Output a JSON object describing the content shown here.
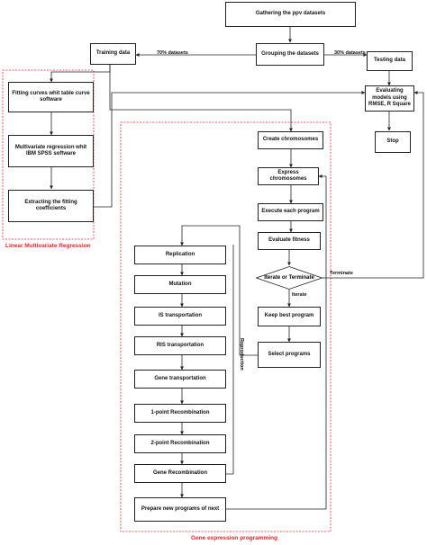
{
  "nodes": {
    "gathering": "Gathering the ppv datasets",
    "grouping": "Grouping the datasets",
    "training": "Training data",
    "testing": "Testing data",
    "evaluating": "Evaluating models using RMSE, R Square",
    "stop": "Stop",
    "fitting_curves": "Fitting curves whit table curve software",
    "multivariate": "Multivariate regression whit IBM SPSS software",
    "extracting": "Extracting the fitting coefficients",
    "create_chromosomes": "Create chromosomes",
    "express_chromosomes": "Express chromosomes",
    "execute_program": "Execute each program",
    "evaluate_fitness": "Evaluate fitness",
    "iterate_terminate": "Iterate or Terminate",
    "keep_best": "Keep best program",
    "select_programs": "Select programs",
    "replication": "Replication",
    "mutation": "Mutation",
    "is_transport": "IS transportation",
    "ris_transport": "RIS transportation",
    "gene_transport": "Gene transportation",
    "one_point": "1-point Recombination",
    "two_point": "2-point Recombination",
    "gene_recomb": "Gene Recombination",
    "prepare": "Prepare new programs of next"
  },
  "labels": {
    "pct70": "70% datasets",
    "pct30": "30% datasets",
    "terminate": "Terminate",
    "iterate": "Iterate",
    "reproduction": "Reproduction"
  },
  "regions": {
    "lmr": "Linear Multivariate Regression",
    "gep": "Gene expression programming"
  },
  "colors": {
    "region_border": "#e8262a",
    "line": "#222222"
  }
}
